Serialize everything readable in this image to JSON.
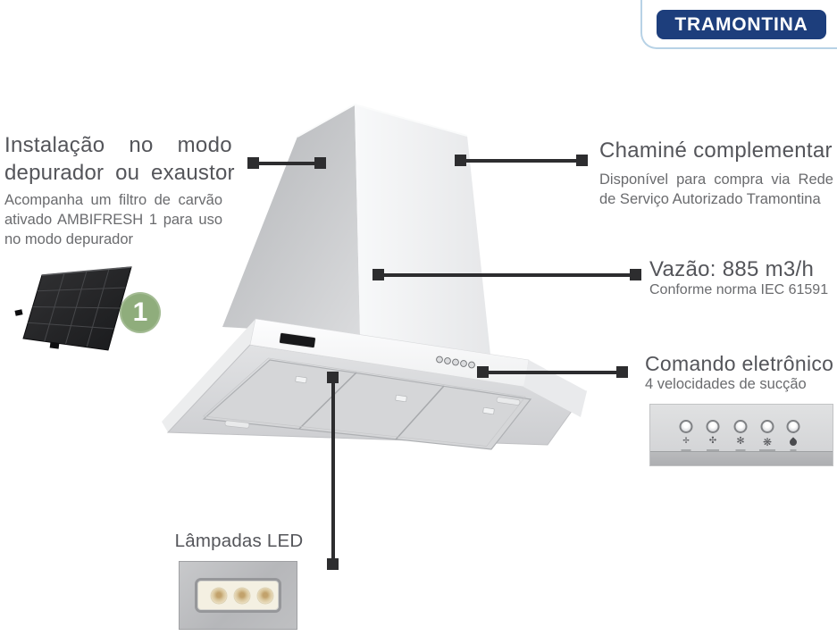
{
  "brand": {
    "logo_text": "TRAMONTINA",
    "logo_bg": "#1d3e7c",
    "frame_color": "#b7d2e6"
  },
  "colors": {
    "title_text": "#54555a",
    "body_text": "#6a6b6e",
    "callout_line": "#2d2d2f",
    "badge_green": "#8fad7c"
  },
  "sections": {
    "installation": {
      "title_line1": "Instalação no modo",
      "title_line2": "depurador ou exaustor",
      "body": "Acompanha um filtro de carvão ativado AMBIFRESH 1 para uso no modo depurador",
      "filter_badge": "1",
      "filter_image": "carbon-filter"
    },
    "chimney": {
      "title": "Chaminé complementar",
      "body": "Disponível para compra via Rede de Serviço Autorizado Tramontina"
    },
    "airflow": {
      "title": "Vazão: 885 m3/h",
      "body": "Conforme norma IEC 61591"
    },
    "controls": {
      "title": "Comando eletrônico",
      "body": "4 velocidades de sucção",
      "panel_icons": [
        {
          "name": "fan-speed-1-icon",
          "glyph": "✢"
        },
        {
          "name": "fan-speed-2-icon",
          "glyph": "✣"
        },
        {
          "name": "fan-speed-3-icon",
          "glyph": "✻"
        },
        {
          "name": "fan-speed-4-icon",
          "glyph": "❋"
        },
        {
          "name": "light-icon",
          "glyph": ""
        }
      ]
    },
    "lamps": {
      "title": "Lâmpadas LED"
    }
  }
}
